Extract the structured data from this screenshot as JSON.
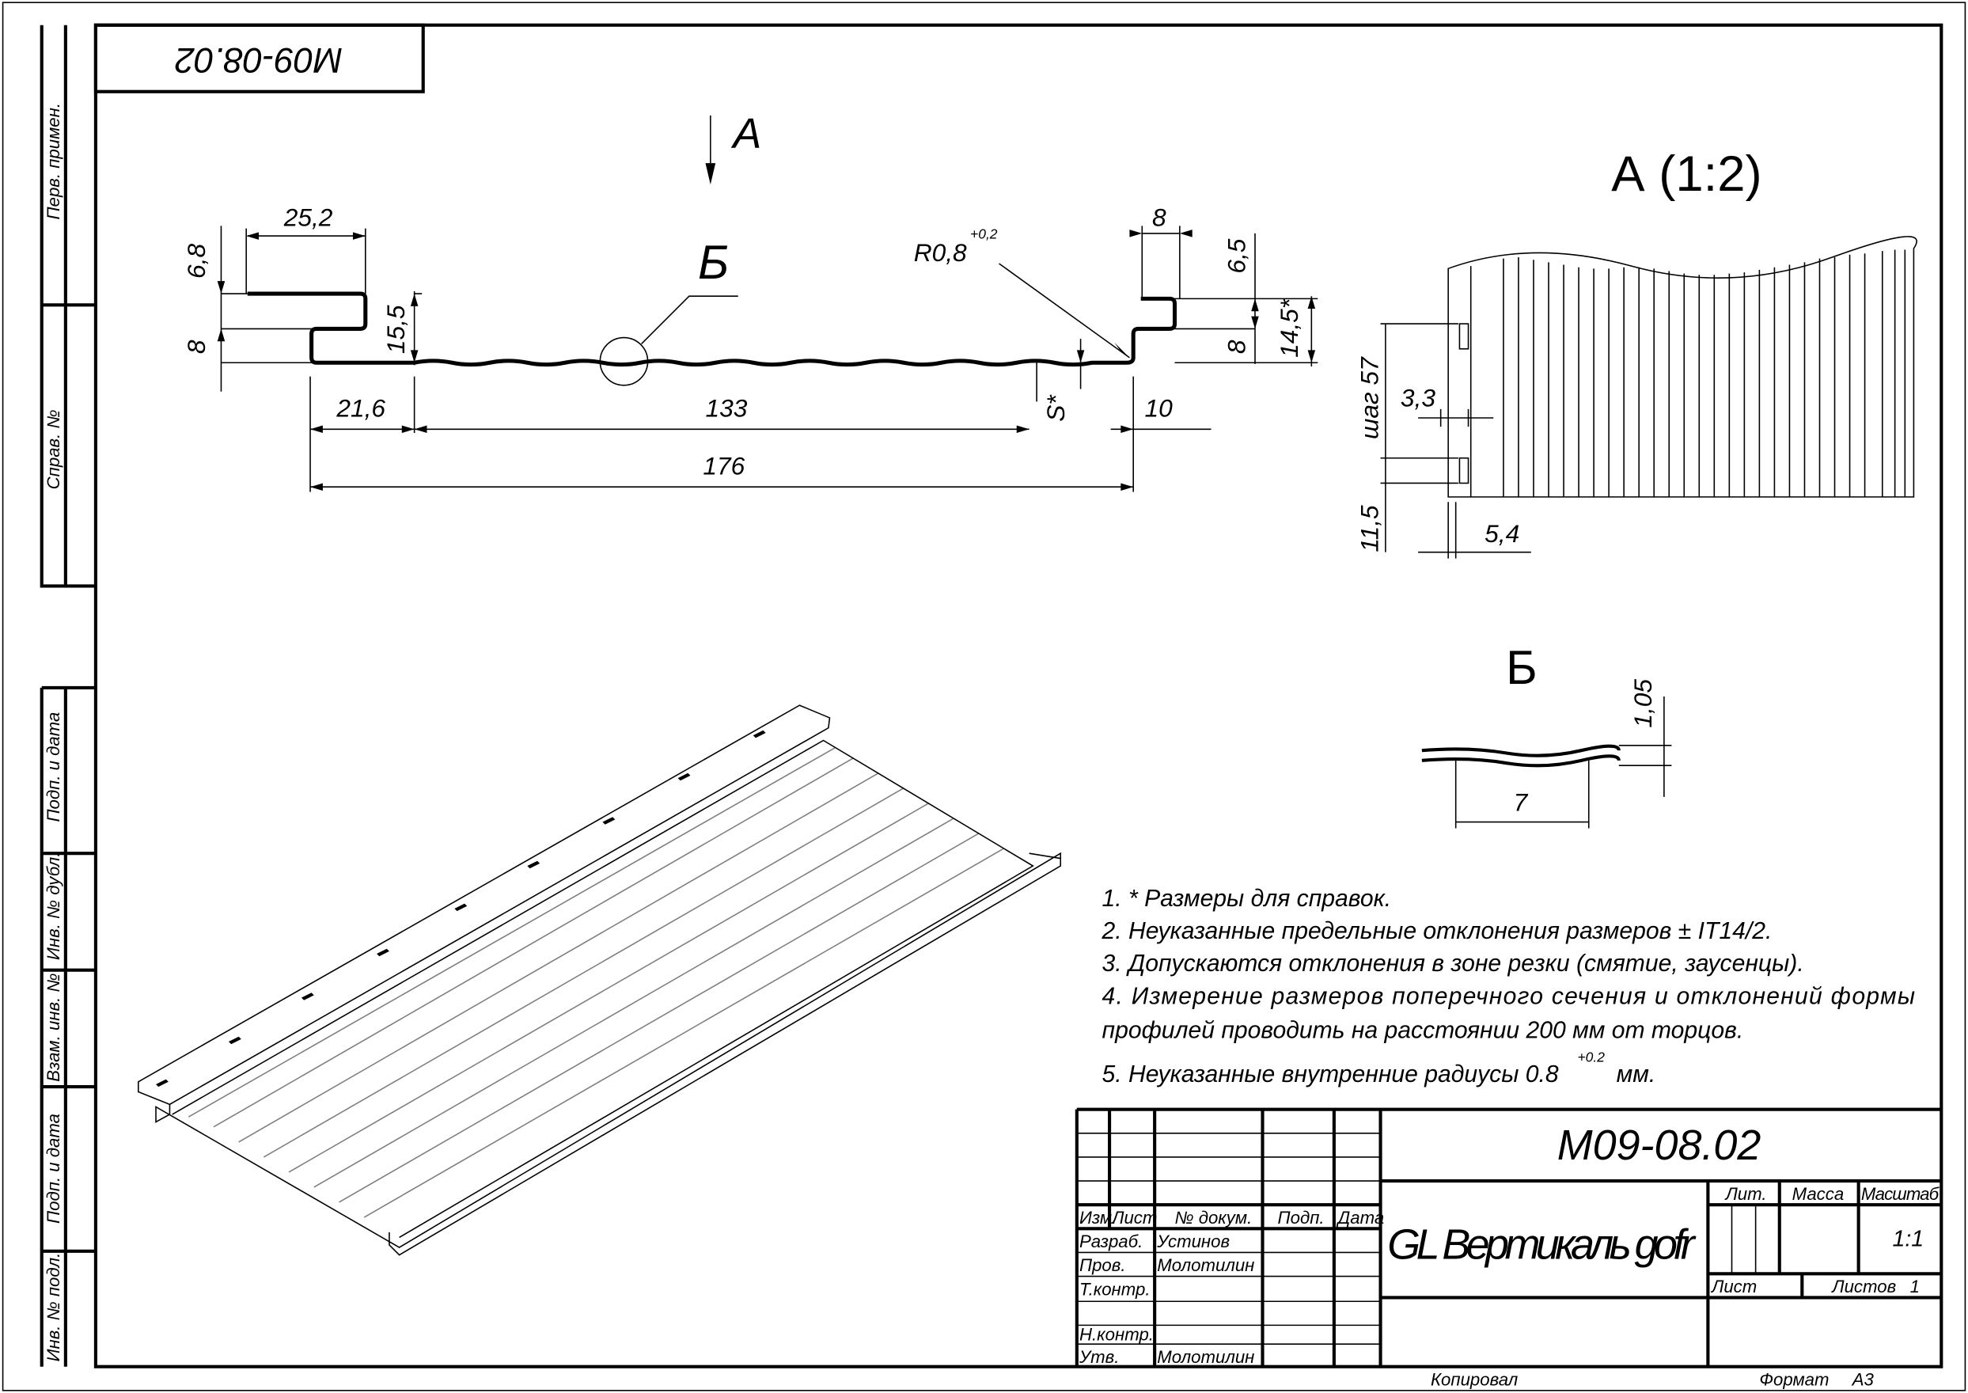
{
  "stamp_code_rotated": "M09-08.02",
  "side_strip": [
    "Перв. примен.",
    "Справ. №",
    "Подп. и дата",
    "Инв. № дубл.",
    "Взам. инв. №",
    "Подп. и дата",
    "Инв. № подл."
  ],
  "section": {
    "view_arrow_label": "А",
    "detail_label": "Б",
    "radius_label": "R0,8",
    "radius_tol": "+0,2",
    "dims": {
      "d25_2": "25,2",
      "d6_8": "6,8",
      "d8_left": "8",
      "d15_5": "15,5",
      "d21_6": "21,6",
      "d133": "133",
      "s": "S*",
      "d10": "10",
      "d176": "176",
      "d8_top": "8",
      "d6_5": "6,5",
      "d8_right": "8",
      "d14_5": "14,5*"
    }
  },
  "view_a": {
    "title": "А (1:2)",
    "pitch": "шаг 57",
    "d3_3": "3,3",
    "d11_5": "11,5",
    "d5_4": "5,4"
  },
  "detail_b": {
    "title": "Б",
    "d1_05": "1,05",
    "d7": "7"
  },
  "notes": [
    "1.  * Размеры для справок.",
    "2.  Неуказанные предельные отклонения размеров  ± IT14/2.",
    "3.  Допускаются отклонения в зоне резки (смятие, заусенцы).",
    "4.  Измерение размеров поперечного сечения и отклонений формы",
    "профилей проводить на расстоянии 200 мм от торцов.",
    "5.  Неуказанные внутренние радиусы 0.8"
  ],
  "note5_tol": "+0.2",
  "note5_unit": "мм.",
  "title_block": {
    "code": "M09-08.02",
    "name": "GL Вертикаль gofr",
    "headers": {
      "izm": "Изм.",
      "list": "Лист",
      "doc": "№ докум.",
      "sign": "Подп.",
      "date": "Дата"
    },
    "roles": {
      "razrab": "Разраб.",
      "prov": "Пров.",
      "tkontr": "Т.контр.",
      "nkontr": "Н.контр.",
      "utv": "Утв."
    },
    "people": {
      "razrab": "Устинов",
      "prov": "Молотилин",
      "utv": "Молотилин"
    },
    "lit": "Лит.",
    "massa": "Масса",
    "masshtab": "Масштаб",
    "scale": "1:1",
    "sheet": "Лист",
    "sheets": "Листов",
    "sheets_count": "1"
  },
  "footer": {
    "copied": "Копировал",
    "format_label": "Формат",
    "format": "А3"
  }
}
